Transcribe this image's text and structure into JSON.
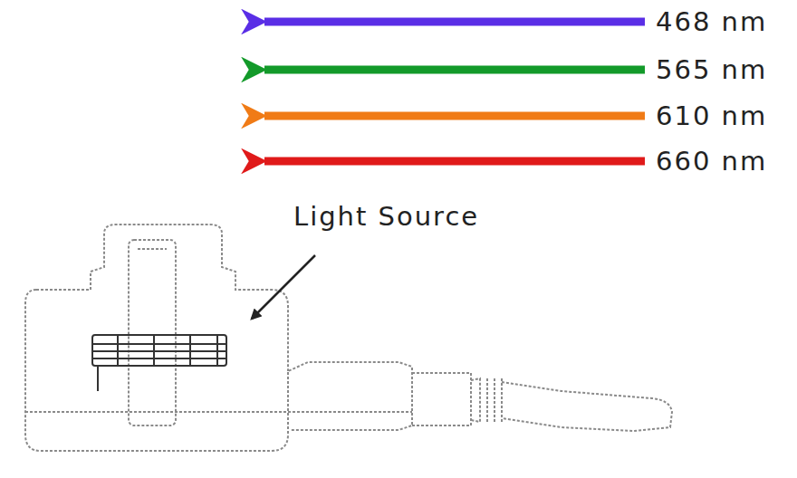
{
  "diagram": {
    "labels": [
      "468 nm",
      "565 nm",
      "610 nm",
      "660 nm",
      "Light Source"
    ]
  }
}
